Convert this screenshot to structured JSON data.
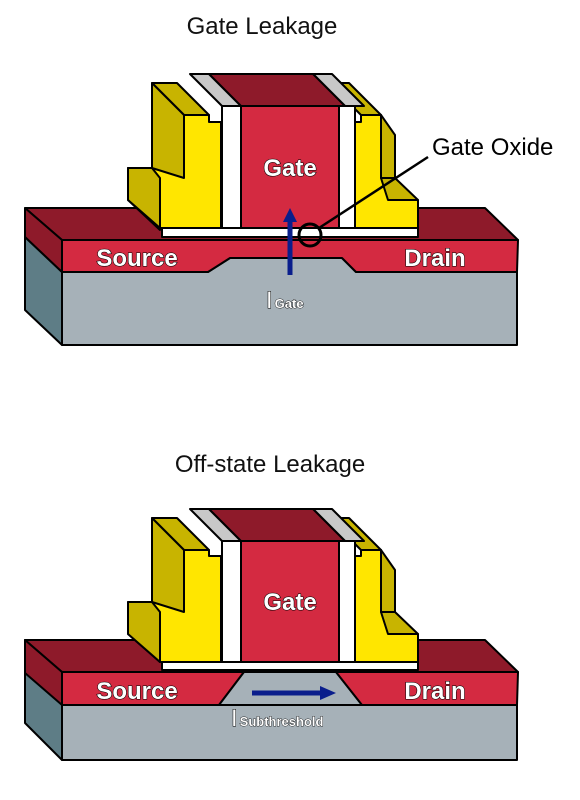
{
  "top": {
    "title": "Gate Leakage",
    "gate_label": "Gate",
    "source_label": "Source",
    "drain_label": "Drain",
    "oxide_callout": "Gate Oxide",
    "current_symbol": "I",
    "current_subscript": "Gate"
  },
  "bottom": {
    "title": "Off-state Leakage",
    "gate_label": "Gate",
    "source_label": "Source",
    "drain_label": "Drain",
    "current_symbol": "I",
    "current_subscript": "Subthreshold"
  },
  "colors": {
    "red": "#d42a41",
    "dark_red": "#8e1a2a",
    "yellow": "#ffe600",
    "dark_yellow": "#c8b400",
    "substrate": "#a6b1b8",
    "substrate_side": "#5e7d86",
    "arrow": "#0a1e8c"
  }
}
